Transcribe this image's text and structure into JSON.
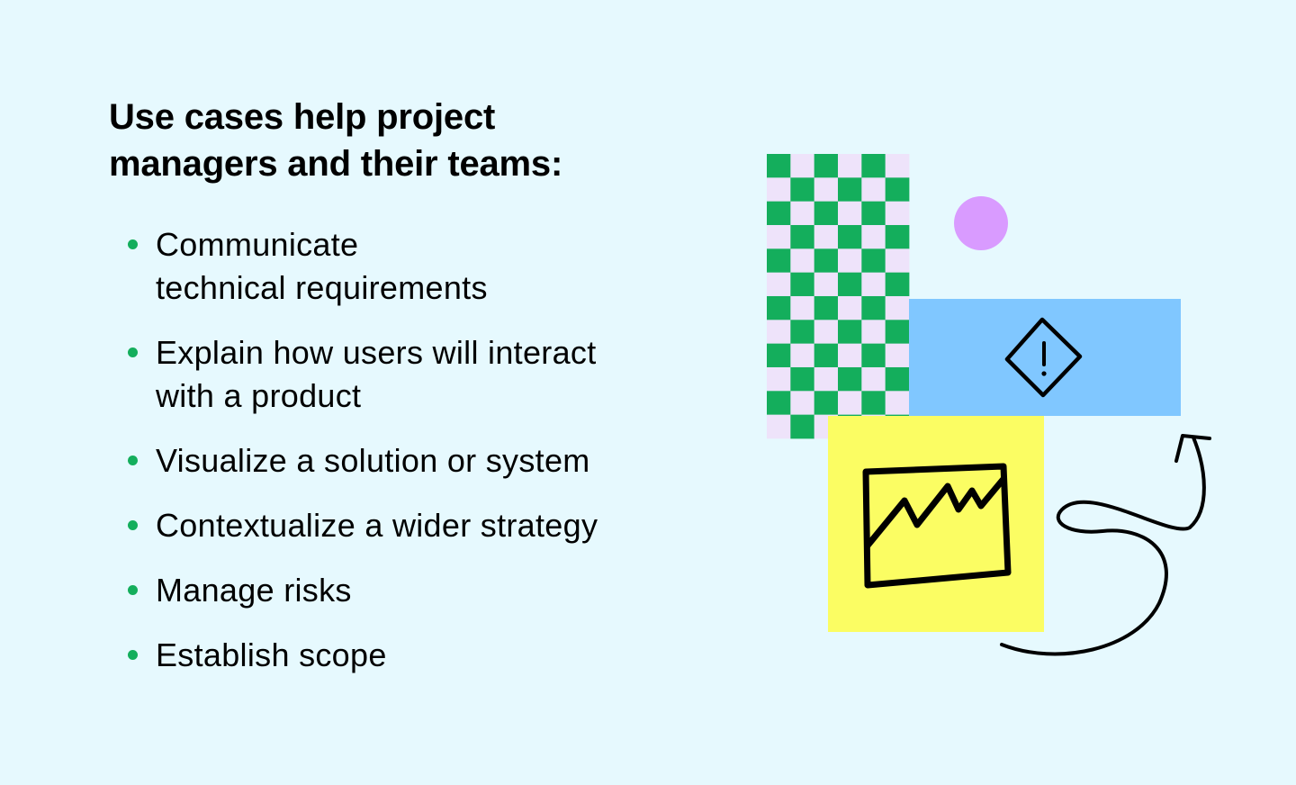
{
  "heading": {
    "lines": [
      "Use cases help project",
      "managers and their teams:"
    ]
  },
  "items": [
    {
      "lines": [
        "Communicate",
        "technical requirements"
      ]
    },
    {
      "lines": [
        "Explain how users will interact",
        "with a product"
      ]
    },
    {
      "lines": [
        "Visualize a solution or system"
      ]
    },
    {
      "lines": [
        "Contextualize a wider strategy"
      ]
    },
    {
      "lines": [
        "Manage risks"
      ]
    },
    {
      "lines": [
        "Establish scope"
      ]
    }
  ],
  "colors": {
    "background": "#E6F9FE",
    "bullet": "#14AE5C",
    "checker_green": "#14AE5C",
    "checker_light": "#EEE3FA",
    "blue_sticky": "#80C7FF",
    "yellow_sticky": "#FBFD63",
    "dot": "#D99BFF",
    "ink": "#000000"
  },
  "icons": [
    "warning-icon",
    "line-chart-icon",
    "curly-arrow-icon",
    "circle-dot"
  ]
}
